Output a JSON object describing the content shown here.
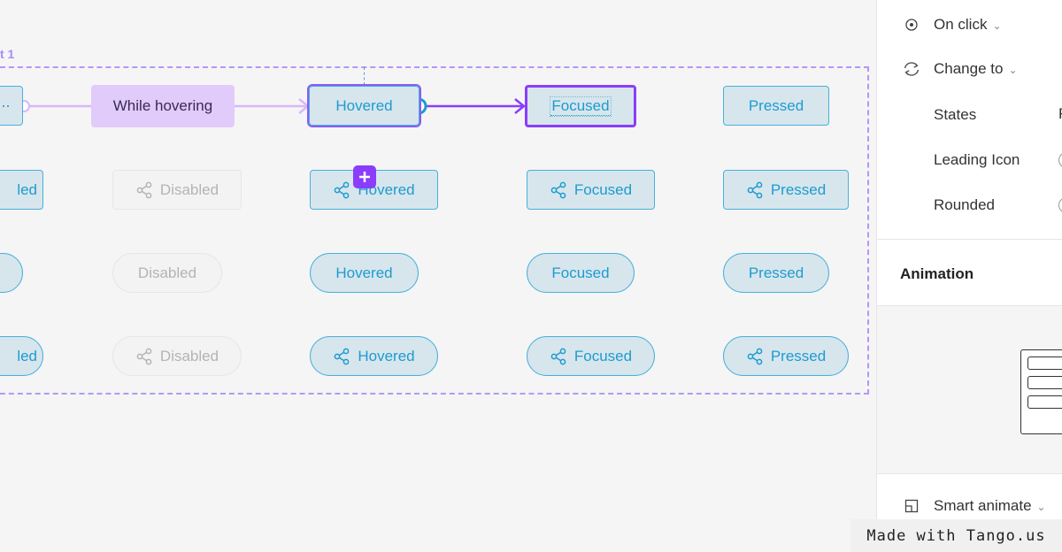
{
  "canvas": {
    "frame_label": "t 1",
    "trigger_chip": "While hovering",
    "row1": [
      {
        "label": "Hovered"
      },
      {
        "label": "Focused"
      },
      {
        "label": "Pressed"
      }
    ],
    "row2": [
      {
        "label": "led"
      },
      {
        "label": "Disabled"
      },
      {
        "label": "Hovered"
      },
      {
        "label": "Focused"
      },
      {
        "label": "Pressed"
      }
    ],
    "row3": [
      {
        "label": "Disabled"
      },
      {
        "label": "Hovered"
      },
      {
        "label": "Focused"
      },
      {
        "label": "Pressed"
      }
    ],
    "row4": [
      {
        "label": "led"
      },
      {
        "label": "Disabled"
      },
      {
        "label": "Hovered"
      },
      {
        "label": "Focused"
      },
      {
        "label": "Pressed"
      }
    ]
  },
  "panel": {
    "trigger": "On click",
    "action": "Change to",
    "props": [
      {
        "label": "States",
        "value": "F"
      },
      {
        "label": "Leading Icon"
      },
      {
        "label": "Rounded"
      }
    ],
    "animation_title": "Animation",
    "animation_type": "Smart animate"
  },
  "watermark": "Made with Tango.us",
  "colors": {
    "accent_purple": "#8b3dfc",
    "button_blue": "#1d9bd1",
    "button_fill": "#d7e6ec"
  }
}
